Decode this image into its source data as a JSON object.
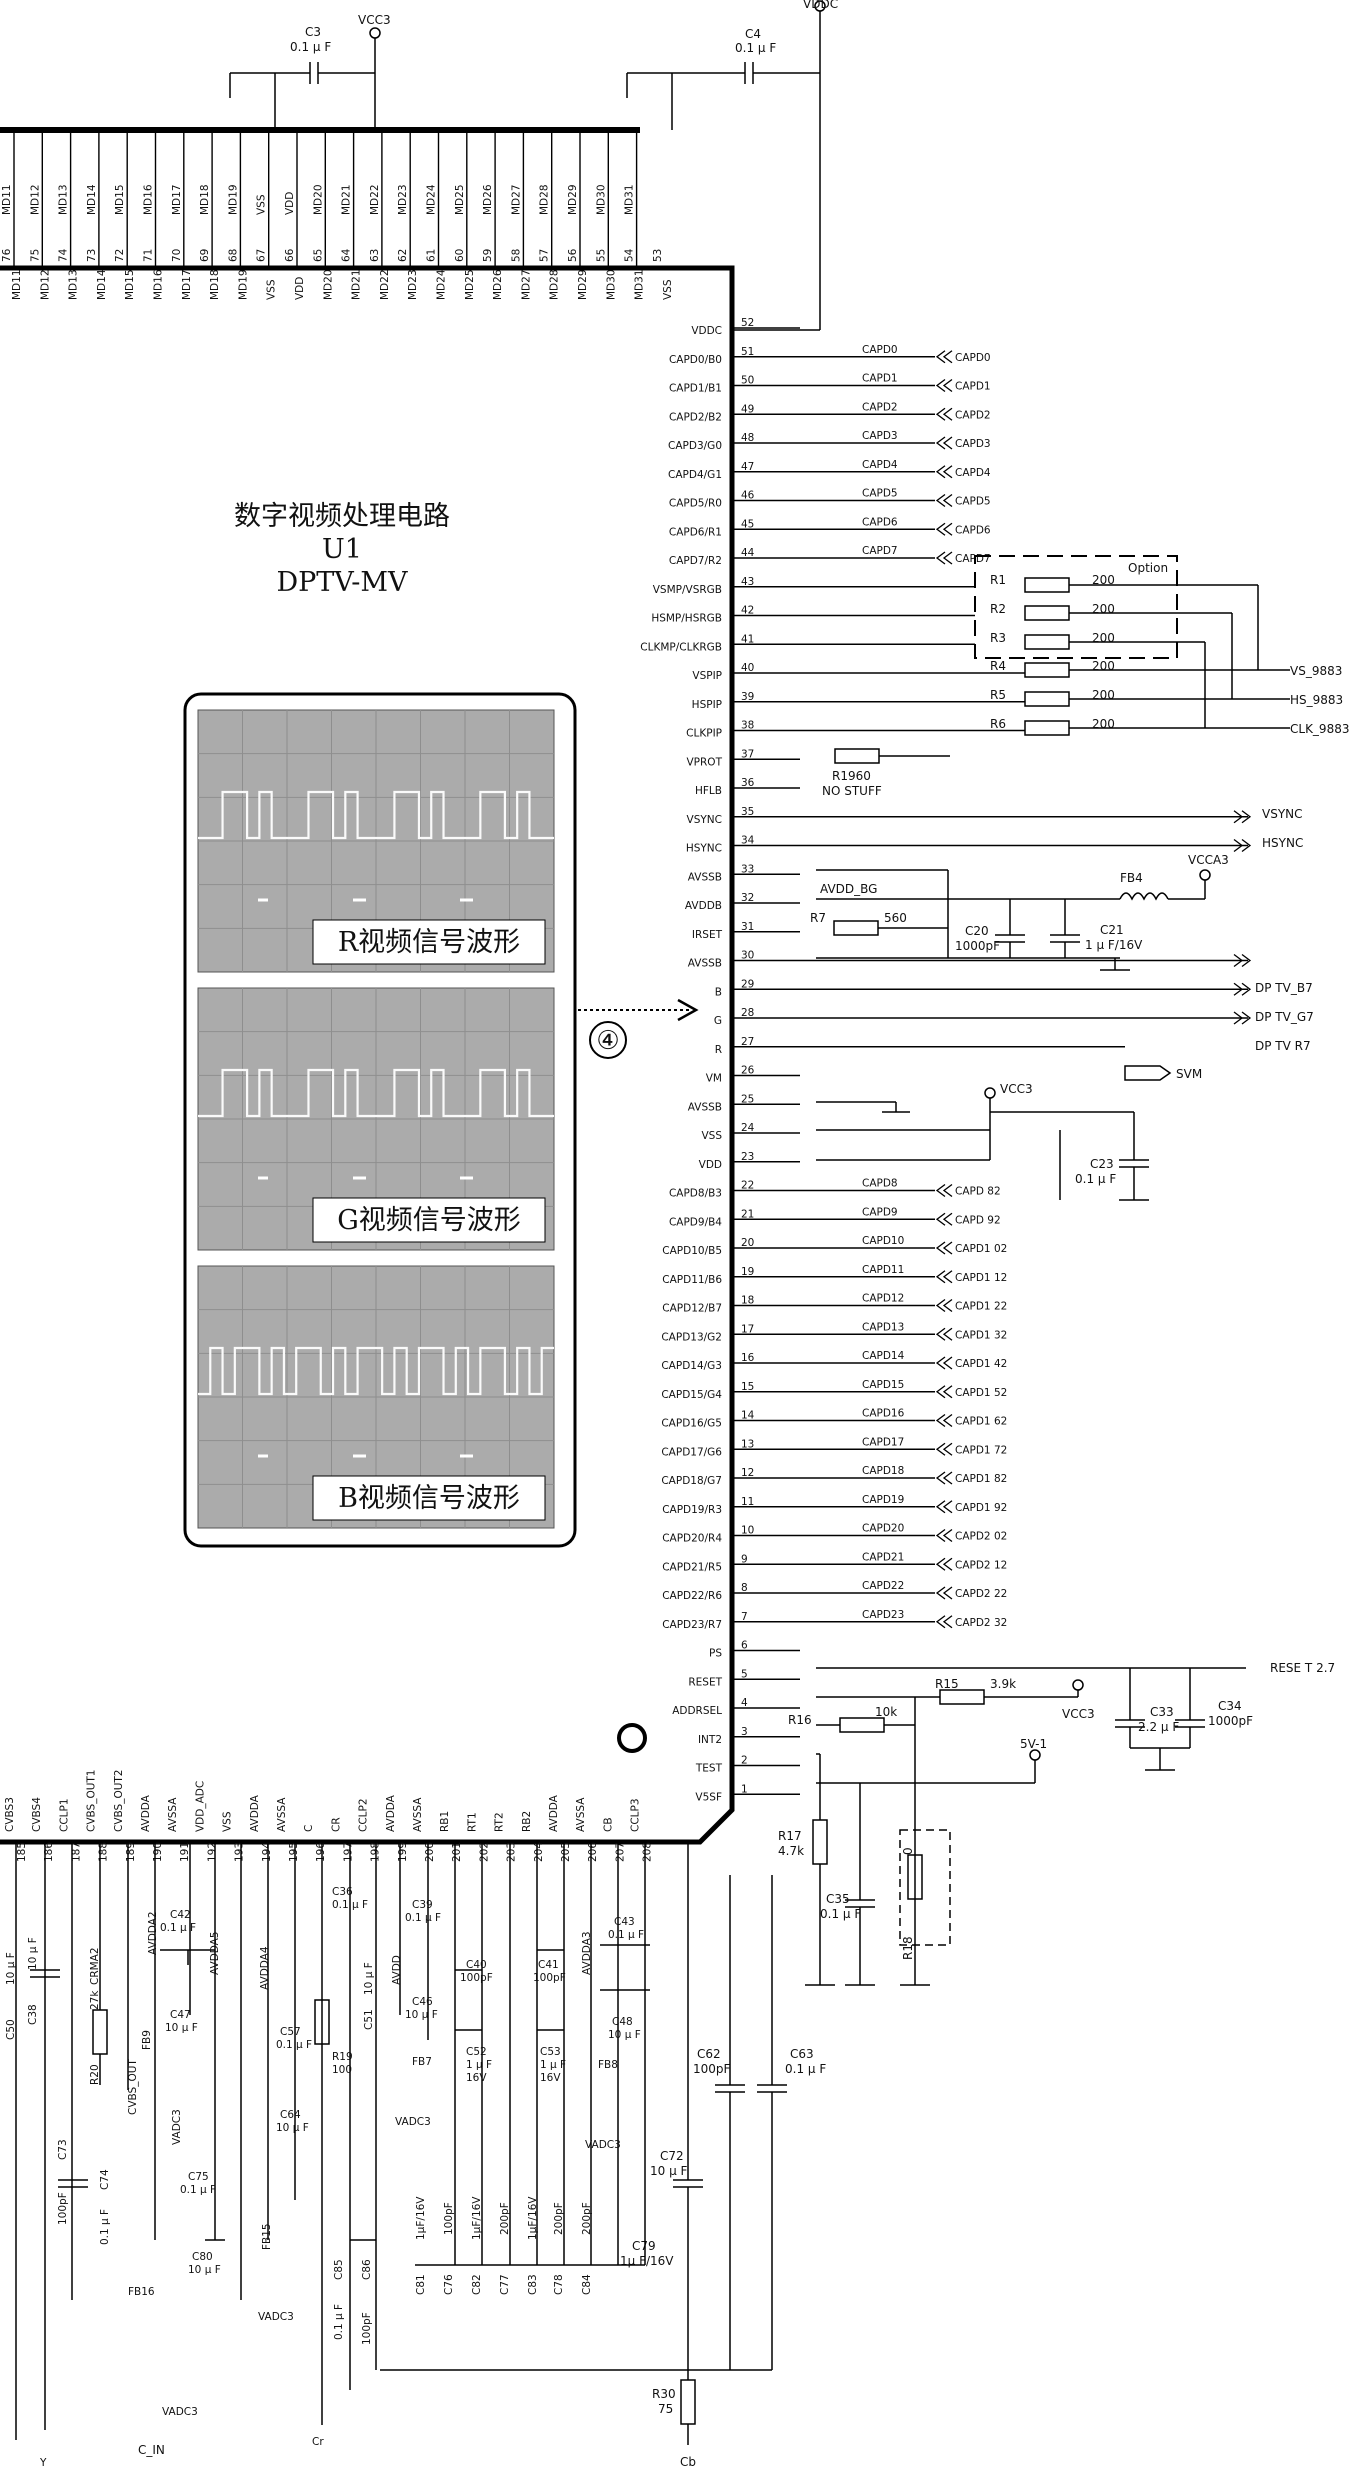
{
  "chip": {
    "line1": "数字视频处理电路",
    "line2": "U1",
    "line3": "DPTV-MV",
    "mark": "④"
  },
  "top_pins": [
    {
      "num": "76",
      "name": "MD11"
    },
    {
      "num": "75",
      "name": "MD12"
    },
    {
      "num": "74",
      "name": "MD13"
    },
    {
      "num": "73",
      "name": "MD14"
    },
    {
      "num": "72",
      "name": "MD15"
    },
    {
      "num": "71",
      "name": "MD16"
    },
    {
      "num": "70",
      "name": "MD17"
    },
    {
      "num": "69",
      "name": "MD18"
    },
    {
      "num": "68",
      "name": "MD19"
    },
    {
      "num": "67",
      "name": "VSS"
    },
    {
      "num": "66",
      "name": "VDD"
    },
    {
      "num": "65",
      "name": "MD20"
    },
    {
      "num": "64",
      "name": "MD21"
    },
    {
      "num": "63",
      "name": "MD22"
    },
    {
      "num": "62",
      "name": "MD23"
    },
    {
      "num": "61",
      "name": "MD24"
    },
    {
      "num": "60",
      "name": "MD25"
    },
    {
      "num": "59",
      "name": "MD26"
    },
    {
      "num": "58",
      "name": "MD27"
    },
    {
      "num": "57",
      "name": "MD28"
    },
    {
      "num": "56",
      "name": "MD29"
    },
    {
      "num": "55",
      "name": "MD30"
    },
    {
      "num": "54",
      "name": "MD31"
    },
    {
      "num": "53",
      "name": "VSS"
    }
  ],
  "top_bus_labels": [
    "MD11",
    "MD12",
    "MD13",
    "MD14",
    "MD15",
    "MD16",
    "MD17",
    "MD18",
    "MD19",
    "VSS",
    "VDD",
    "MD20",
    "MD21",
    "MD22",
    "MD23",
    "MD24",
    "MD25",
    "MD26",
    "MD27",
    "MD28",
    "MD29",
    "MD30",
    "MD31"
  ],
  "right_pins": [
    {
      "num": "52",
      "name": "VDDC",
      "net": ""
    },
    {
      "num": "51",
      "name": "CAPD0/B0",
      "net": "CAPD0",
      "port": "CAPD0"
    },
    {
      "num": "50",
      "name": "CAPD1/B1",
      "net": "CAPD1",
      "port": "CAPD1"
    },
    {
      "num": "49",
      "name": "CAPD2/B2",
      "net": "CAPD2",
      "port": "CAPD2"
    },
    {
      "num": "48",
      "name": "CAPD3/G0",
      "net": "CAPD3",
      "port": "CAPD3"
    },
    {
      "num": "47",
      "name": "CAPD4/G1",
      "net": "CAPD4",
      "port": "CAPD4"
    },
    {
      "num": "46",
      "name": "CAPD5/R0",
      "net": "CAPD5",
      "port": "CAPD5"
    },
    {
      "num": "45",
      "name": "CAPD6/R1",
      "net": "CAPD6",
      "port": "CAPD6"
    },
    {
      "num": "44",
      "name": "CAPD7/R2",
      "net": "CAPD7",
      "port": "CAPD7"
    },
    {
      "num": "43",
      "name": "VSMP/VSRGB",
      "net": ""
    },
    {
      "num": "42",
      "name": "HSMP/HSRGB",
      "net": ""
    },
    {
      "num": "41",
      "name": "CLKMP/CLKRGB",
      "net": ""
    },
    {
      "num": "40",
      "name": "VSPIP",
      "net": ""
    },
    {
      "num": "39",
      "name": "HSPIP",
      "net": ""
    },
    {
      "num": "38",
      "name": "CLKPIP",
      "net": ""
    },
    {
      "num": "37",
      "name": "VPROT",
      "net": ""
    },
    {
      "num": "36",
      "name": "HFLB",
      "net": ""
    },
    {
      "num": "35",
      "name": "VSYNC",
      "net": ""
    },
    {
      "num": "34",
      "name": "HSYNC",
      "net": ""
    },
    {
      "num": "33",
      "name": "AVSSB",
      "net": ""
    },
    {
      "num": "32",
      "name": "AVDDB",
      "net": "AVDD_BG"
    },
    {
      "num": "31",
      "name": "IRSET",
      "net": ""
    },
    {
      "num": "30",
      "name": "AVSSB",
      "net": ""
    },
    {
      "num": "29",
      "name": "B",
      "net": ""
    },
    {
      "num": "28",
      "name": "G",
      "net": ""
    },
    {
      "num": "27",
      "name": "R",
      "net": ""
    },
    {
      "num": "26",
      "name": "VM",
      "net": ""
    },
    {
      "num": "25",
      "name": "AVSSB",
      "net": ""
    },
    {
      "num": "24",
      "name": "VSS",
      "net": ""
    },
    {
      "num": "23",
      "name": "VDD",
      "net": ""
    },
    {
      "num": "22",
      "name": "CAPD8/B3",
      "net": "CAPD8",
      "port": "CAPD 82"
    },
    {
      "num": "21",
      "name": "CAPD9/B4",
      "net": "CAPD9",
      "port": "CAPD 92"
    },
    {
      "num": "20",
      "name": "CAPD10/B5",
      "net": "CAPD10",
      "port": "CAPD1 02"
    },
    {
      "num": "19",
      "name": "CAPD11/B6",
      "net": "CAPD11",
      "port": "CAPD1 12"
    },
    {
      "num": "18",
      "name": "CAPD12/B7",
      "net": "CAPD12",
      "port": "CAPD1 22"
    },
    {
      "num": "17",
      "name": "CAPD13/G2",
      "net": "CAPD13",
      "port": "CAPD1 32"
    },
    {
      "num": "16",
      "name": "CAPD14/G3",
      "net": "CAPD14",
      "port": "CAPD1 42"
    },
    {
      "num": "15",
      "name": "CAPD15/G4",
      "net": "CAPD15",
      "port": "CAPD1 52"
    },
    {
      "num": "14",
      "name": "CAPD16/G5",
      "net": "CAPD16",
      "port": "CAPD1 62"
    },
    {
      "num": "13",
      "name": "CAPD17/G6",
      "net": "CAPD17",
      "port": "CAPD1 72"
    },
    {
      "num": "12",
      "name": "CAPD18/G7",
      "net": "CAPD18",
      "port": "CAPD1 82"
    },
    {
      "num": "11",
      "name": "CAPD19/R3",
      "net": "CAPD19",
      "port": "CAPD1 92"
    },
    {
      "num": "10",
      "name": "CAPD20/R4",
      "net": "CAPD20",
      "port": "CAPD2 02"
    },
    {
      "num": "9",
      "name": "CAPD21/R5",
      "net": "CAPD21",
      "port": "CAPD2 12"
    },
    {
      "num": "8",
      "name": "CAPD22/R6",
      "net": "CAPD22",
      "port": "CAPD2 22"
    },
    {
      "num": "7",
      "name": "CAPD23/R7",
      "net": "CAPD23",
      "port": "CAPD2 32"
    },
    {
      "num": "6",
      "name": "PS",
      "net": ""
    },
    {
      "num": "5",
      "name": "RESET",
      "net": ""
    },
    {
      "num": "4",
      "name": "ADDRSEL",
      "net": ""
    },
    {
      "num": "3",
      "name": "INT2",
      "net": ""
    },
    {
      "num": "2",
      "name": "TEST",
      "net": ""
    },
    {
      "num": "1",
      "name": "V5SF",
      "net": ""
    }
  ],
  "bottom_pins": [
    {
      "num": "185",
      "name": "CVBS3"
    },
    {
      "num": "186",
      "name": "CVBS4"
    },
    {
      "num": "187",
      "name": "CCLP1"
    },
    {
      "num": "188",
      "name": "CVBS_OUT1"
    },
    {
      "num": "189",
      "name": "CVBS_OUT2"
    },
    {
      "num": "190",
      "name": "AVDDA"
    },
    {
      "num": "191",
      "name": "AVSSA"
    },
    {
      "num": "192",
      "name": "VDD_ADC"
    },
    {
      "num": "193",
      "name": "VSS"
    },
    {
      "num": "194",
      "name": "AVDDA"
    },
    {
      "num": "195",
      "name": "AVSSA"
    },
    {
      "num": "196",
      "name": "C"
    },
    {
      "num": "197",
      "name": "CR"
    },
    {
      "num": "198",
      "name": "CCLP2"
    },
    {
      "num": "199",
      "name": "AVDDA"
    },
    {
      "num": "200",
      "name": "AVSSA"
    },
    {
      "num": "201",
      "name": "RB1"
    },
    {
      "num": "202",
      "name": "RT1"
    },
    {
      "num": "203",
      "name": "RT2"
    },
    {
      "num": "204",
      "name": "RB2"
    },
    {
      "num": "205",
      "name": "AVDDA"
    },
    {
      "num": "206",
      "name": "AVSSA"
    },
    {
      "num": "207",
      "name": "CB"
    },
    {
      "num": "208",
      "name": "CCLP3"
    }
  ],
  "parts": {
    "c3": "C3",
    "c3v": "0.1 μ F",
    "vcc3": "VCC3",
    "c4": "C4",
    "c4v": "0.1 μ F",
    "vddc": "VDDC",
    "option": "Option",
    "r1": "R1",
    "r2": "R2",
    "r3": "R3",
    "r4": "R4",
    "r5": "R5",
    "r6": "R6",
    "rv": "200",
    "vs": "VS_9883",
    "hs": "HS_9883",
    "clk": "CLK_9883",
    "r1960": "R1960",
    "nostuff": "NO STUFF",
    "vsync": "VSYNC",
    "hsync": "HSYNC",
    "fb4": "FB4",
    "vcca3": "VCCA3",
    "avddbg": "AVDD_BG",
    "r7": "R7",
    "r7v": "560",
    "c20": "C20",
    "c20v": "1000pF",
    "c21": "C21",
    "c21v": "1 μ F/16V",
    "dptvb": "DP TV_B7",
    "dptvg": "DP TV_G7",
    "dptvr": "DP TV R7",
    "svm": "SVM",
    "vcc3b": "VCC3",
    "c23": "C23",
    "c23v": "0.1 μ F",
    "reset": "RESE T 2.7",
    "r15": "R15",
    "r15v": "3.9k",
    "vcc3c": "VCC3",
    "c33": "C33",
    "c33v": "2.2 μ F",
    "c34": "C34",
    "c34v": "1000pF",
    "r16": "R16",
    "r16v": "10k",
    "fivev": "5V-1",
    "r17": "R17",
    "r17v": "4.7k",
    "c35": "C35",
    "c35v": "0.1 μ F",
    "r18": "R18",
    "r18v": "0",
    "c62": "C62",
    "c62v": "100pF",
    "c63": "C63",
    "c63v": "0.1 μ F",
    "c72": "C72",
    "c72v": "10 μ F",
    "c79": "C79",
    "c79v": "1μ F/16V",
    "r30": "R30",
    "r30v": "75",
    "cb": "Cb",
    "y": "Y",
    "cr": "Cr",
    "cin": "C_IN",
    "c50": "C50",
    "c50v": "10 μ F",
    "c38": "C38",
    "c38v": "10 μ F",
    "crma2": "CRMA2",
    "r20": "R20",
    "r20v": "27k",
    "cvbsout": "CVBS_OUT",
    "c73": "C73",
    "c73v": "100pF",
    "c74": "C74",
    "c74v": "0.1 μ F",
    "avdda2": "AVDDA2",
    "c42": "C42",
    "c42v": "0.1 μ F",
    "c47": "C47",
    "c47v": "10 μ F",
    "fb9": "FB9",
    "vadc3": "VADC3",
    "c75": "C75",
    "c75v": "0.1 μ F",
    "c80": "C80",
    "c80v": "10 μ F",
    "fb16": "FB16",
    "avdda5": "AVDDA5",
    "avdda4": "AVDDA4",
    "c57": "C57",
    "c57v": "0.1 μ F",
    "c64": "C64",
    "c64v": "10 μ F",
    "fb15": "FB15",
    "c36": "C36",
    "c36v": "0.1 μ F",
    "r19": "R19",
    "r19v": "100",
    "c51": "C51",
    "c51v": "10 μ F",
    "c85": "C85",
    "c85v": "0.1 μ F",
    "c86": "C86",
    "c86v": "100pF",
    "avdd": "AVDD",
    "c39": "C39",
    "c39v": "0.1 μ F",
    "c46": "C46",
    "c46v": "10 μ F",
    "fb7": "FB7",
    "c40": "C40",
    "c40v": "100pF",
    "c52": "C52",
    "c52v": "1 μ F",
    "c52v2": "16V",
    "c41": "C41",
    "c41v": "100pF",
    "c53": "C53",
    "c53v": "1 μ F",
    "c53v2": "16V",
    "avdda3": "AVDDA3",
    "c43": "C43",
    "c43v": "0.1 μ F",
    "c48": "C48",
    "c48v": "10 μ F",
    "fb8": "FB8",
    "c81": "C81",
    "c81v": "1μF/16V",
    "c76": "C76",
    "c76v": "100pF",
    "c82": "C82",
    "c82v": "1μF/16V",
    "c77": "C77",
    "c77v": "200pF",
    "c83": "C83",
    "c83v": "1μF/16V",
    "c78": "C78",
    "c78v": "200pF",
    "c84": "C84",
    "c84v": "200pF"
  },
  "scope": {
    "panels": [
      {
        "label": "R视频信号波形"
      },
      {
        "label": "G视频信号波形"
      },
      {
        "label": "B视频信号波形"
      }
    ]
  }
}
